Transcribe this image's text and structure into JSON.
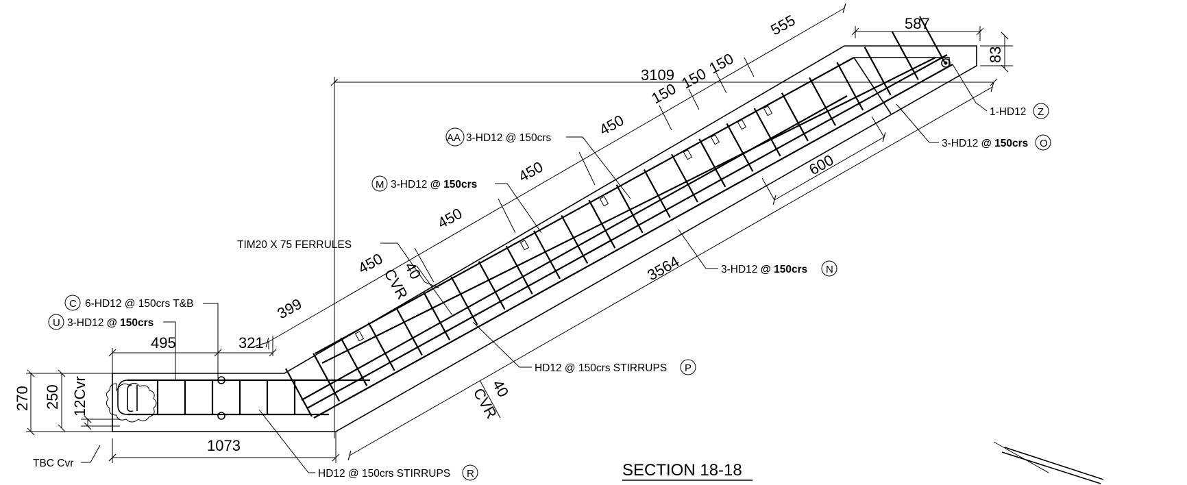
{
  "section_title": "SECTION 18-18",
  "dimensions": {
    "d3109": "3109",
    "d587": "587",
    "d555": "555",
    "d83": "83",
    "d150a": "150",
    "d150b": "150",
    "d150c": "150",
    "d450a": "450",
    "d450b": "450",
    "d450c": "450",
    "d450d": "450",
    "d600": "600",
    "d3564": "3564",
    "d399": "399",
    "d321": "321",
    "d495": "495",
    "d1073": "1073",
    "d270": "270",
    "d250": "250",
    "d12cvr": "12Cvr",
    "d40_top": "40",
    "cvr_top": "CVR",
    "d40_bot": "40",
    "cvr_bot": "CVR"
  },
  "callouts": {
    "z": {
      "text": "1-HD12",
      "mark": "Z"
    },
    "o": {
      "text_a": "3-HD12",
      "text_b": " @ 150crs",
      "mark": "O"
    },
    "aa": {
      "mark": "AA",
      "text": "3-HD12 @ 150crs"
    },
    "m": {
      "mark": "M",
      "text_a": "3-HD12",
      "text_b": " @ 150crs"
    },
    "n": {
      "text_a": "3-HD12",
      "text_b": " @ 150crs",
      "mark": "N"
    },
    "ferrules": {
      "text": "TIM20 X 75  FERRULES"
    },
    "p": {
      "text": "HD12 @ 150crs STIRRUPS",
      "mark": "P"
    },
    "c": {
      "mark": "C",
      "text": "6-HD12 @ 150crs T&B"
    },
    "u": {
      "mark": "U",
      "text_a": "3-HD12",
      "text_b": " @ 150crs"
    },
    "r": {
      "text": "HD12 @ 150crs STIRRUPS",
      "mark": "R"
    },
    "tbc": {
      "text": "TBC Cvr"
    }
  }
}
